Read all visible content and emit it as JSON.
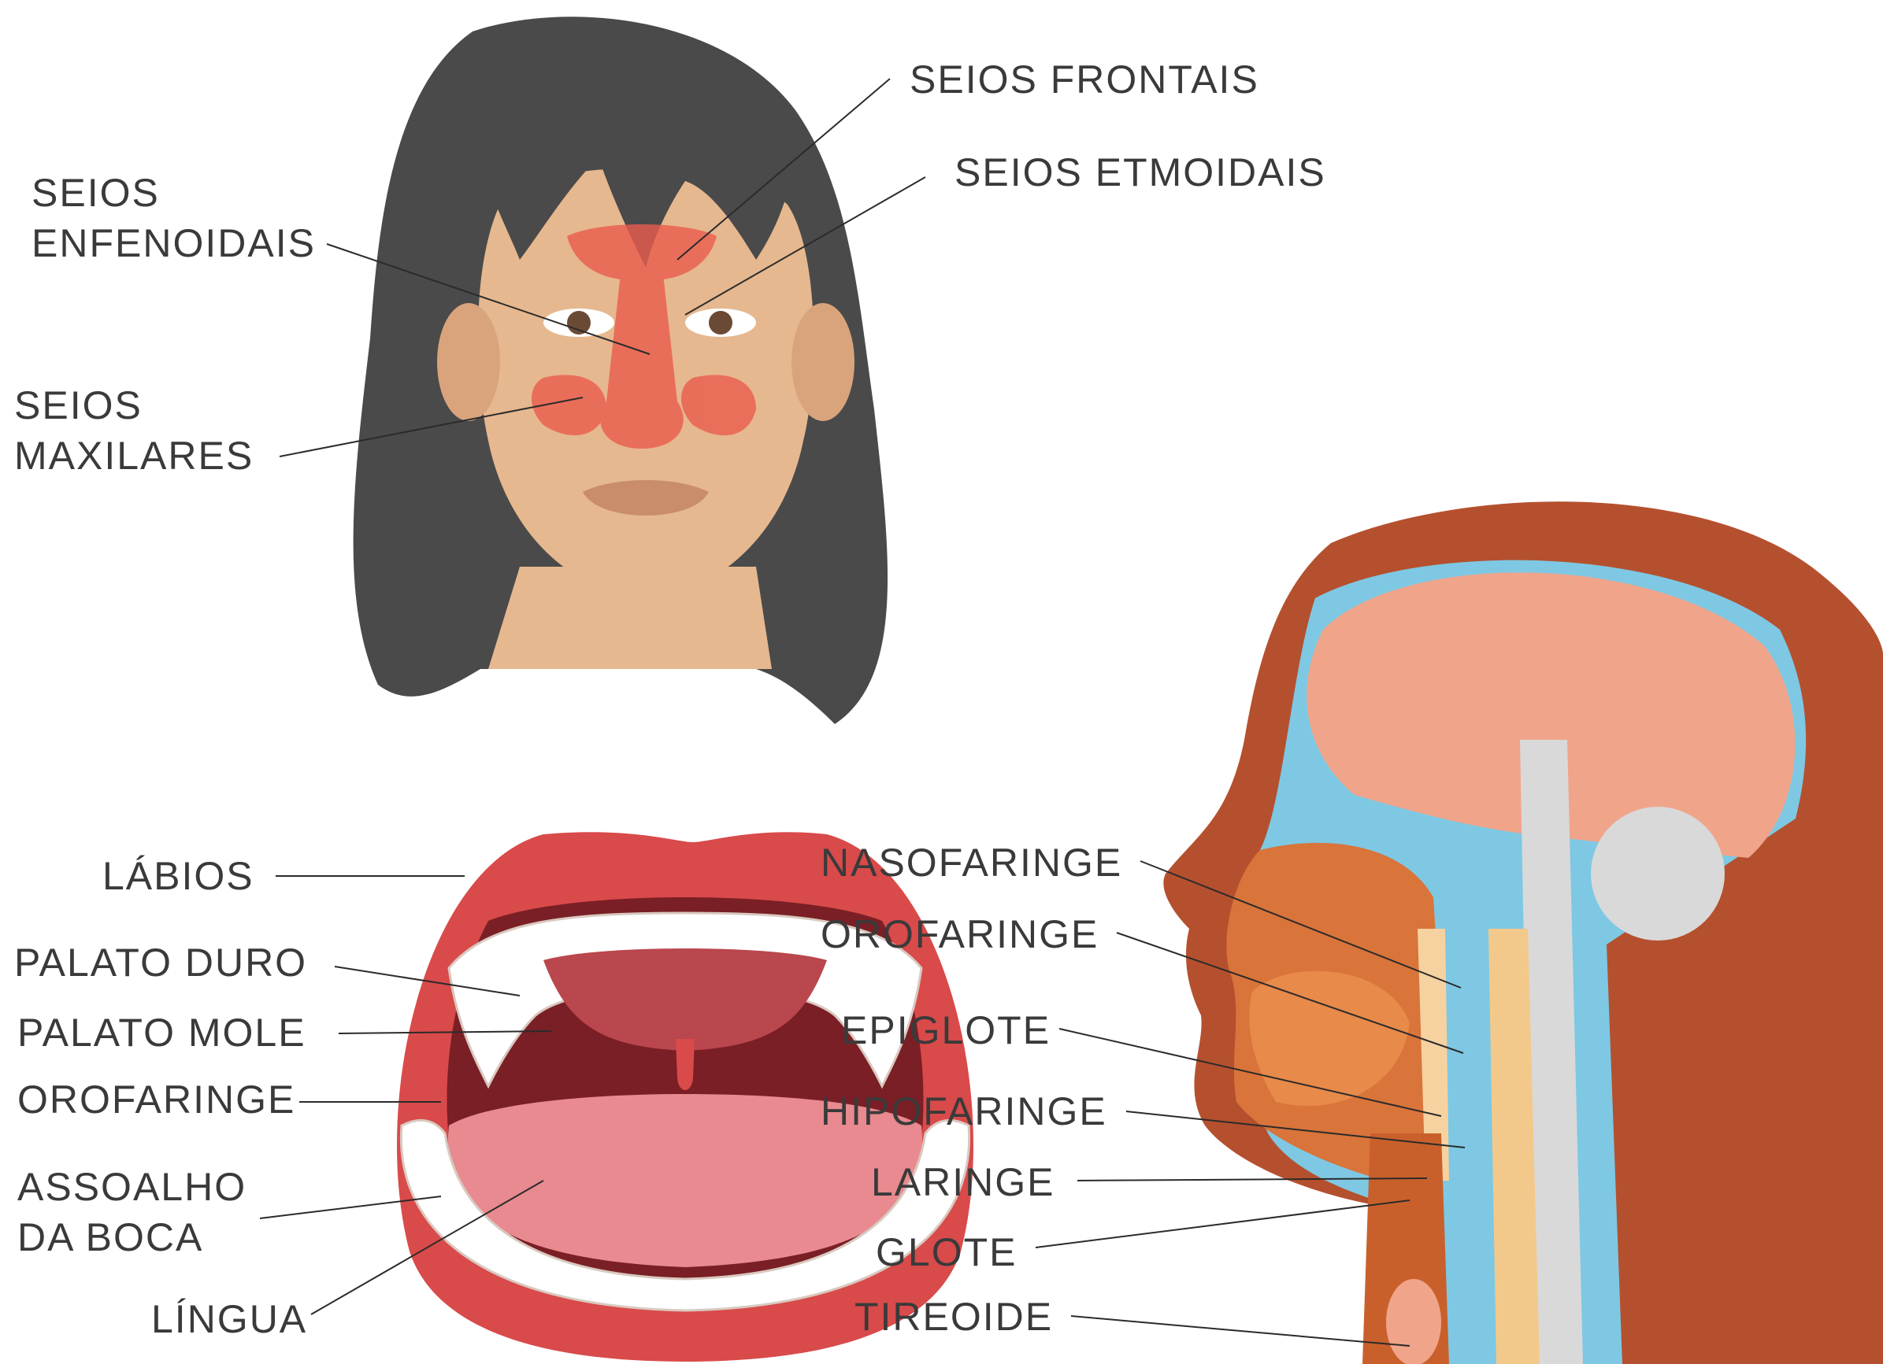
{
  "colors": {
    "hair": "#4a4a4a",
    "skin": "#e6b88f",
    "skin_shadow": "#c98d6a",
    "sinus": "#ea5c4e",
    "lip_outer": "#d94a4a",
    "mouth_dark": "#7a1f25",
    "tongue": "#e88a8f",
    "teeth": "#ffffff",
    "head_outline": "#b5502e",
    "brain": "#f0a58b",
    "cerebellum": "#d9d9d9",
    "csf": "#7ec8e3",
    "muscle": "#d9743a",
    "bone": "#f3c98b",
    "text": "#3a3a3a"
  },
  "face": {
    "labels": {
      "frontal": "SEIOS FRONTAIS",
      "ethmoid": "SEIOS ETMOIDAIS",
      "sphenoid_1": "SEIOS",
      "sphenoid_2": "ENFENOIDAIS",
      "maxillary_1": "SEIOS",
      "maxillary_2": "MAXILARES"
    }
  },
  "mouth": {
    "labels": {
      "lips": "LÁBIOS",
      "hard_palate": "PALATO DURO",
      "soft_palate": "PALATO MOLE",
      "oropharynx": "OROFARINGE",
      "floor_1": "ASSOALHO",
      "floor_2": "DA BOCA",
      "tongue": "LÍNGUA"
    }
  },
  "head_section": {
    "labels": {
      "nasopharynx": "NASOFARINGE",
      "oropharynx": "OROFARINGE",
      "epiglottis": "EPIGLOTE",
      "hypopharynx": "HIPOFARINGE",
      "larynx": "LARINGE",
      "glottis": "GLOTE",
      "thyroid": "TIREOIDE"
    }
  }
}
